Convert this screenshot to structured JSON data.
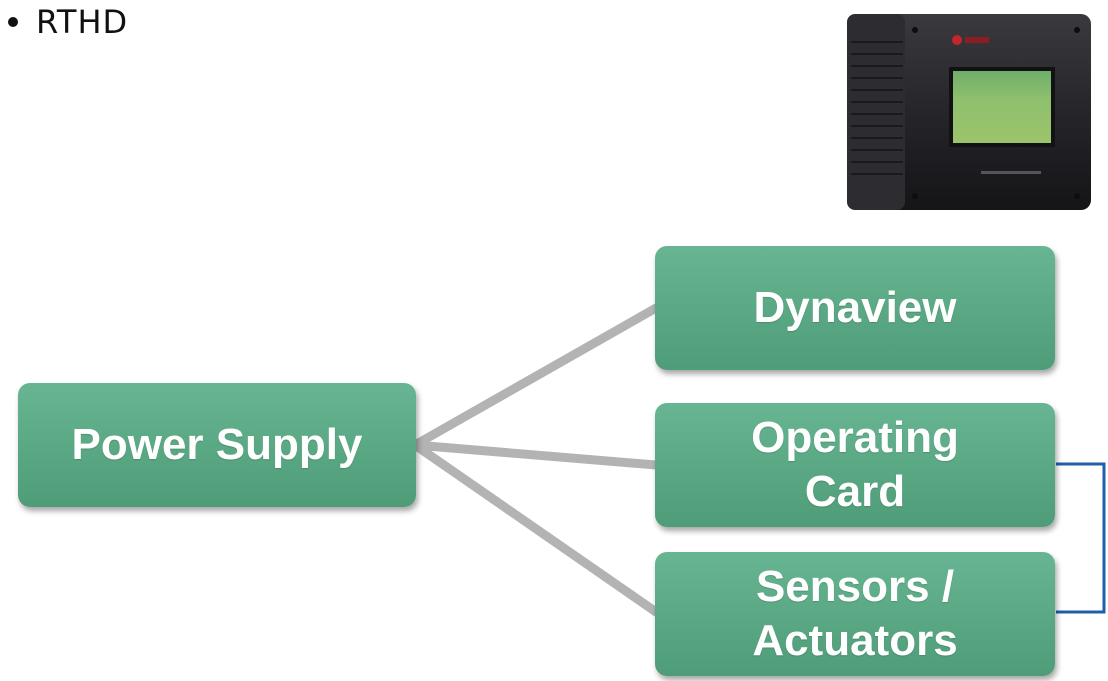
{
  "bullet": {
    "text": "RTHD"
  },
  "nodes": {
    "power_supply": {
      "lines": [
        "Power Supply"
      ]
    },
    "dynaview": {
      "lines": [
        "Dynaview"
      ]
    },
    "operating_card": {
      "lines": [
        "Operating",
        "Card"
      ]
    },
    "sensors_actuators": {
      "lines": [
        "Sensors /",
        "Actuators"
      ]
    }
  },
  "colors": {
    "node_fill": "#5aa783",
    "connector_gray": "#b3b3b3",
    "bracket_blue": "#1f5fa8",
    "text": "#ffffff"
  },
  "image": {
    "icon": "rthd-device-image"
  }
}
